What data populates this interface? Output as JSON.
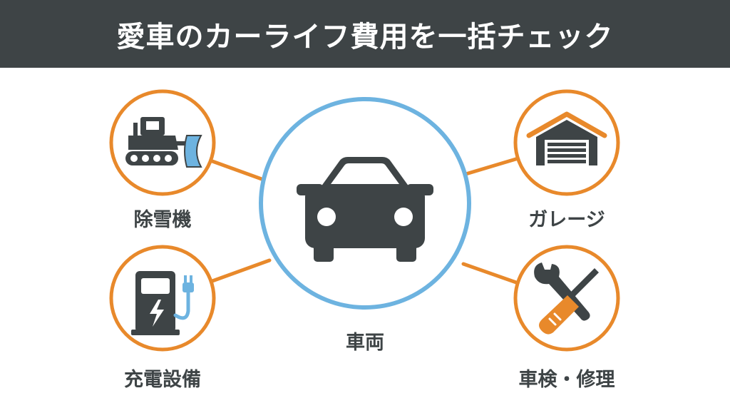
{
  "header": {
    "title": "愛車のカーライフ費用を一括チェック"
  },
  "center": {
    "label": "車両",
    "icon": "car-icon"
  },
  "nodes": [
    {
      "id": "snowplow",
      "label": "除雪機",
      "icon": "bulldozer-icon"
    },
    {
      "id": "garage",
      "label": "ガレージ",
      "icon": "garage-icon"
    },
    {
      "id": "charger",
      "label": "充電設備",
      "icon": "ev-charger-icon"
    },
    {
      "id": "maintenance",
      "label": "車検・修理",
      "icon": "wrench-screwdriver-icon"
    }
  ],
  "colors": {
    "header_bg": "#3e4446",
    "accent_orange": "#e8892b",
    "accent_blue": "#6db3e0",
    "icon_dark": "#3e4446"
  }
}
